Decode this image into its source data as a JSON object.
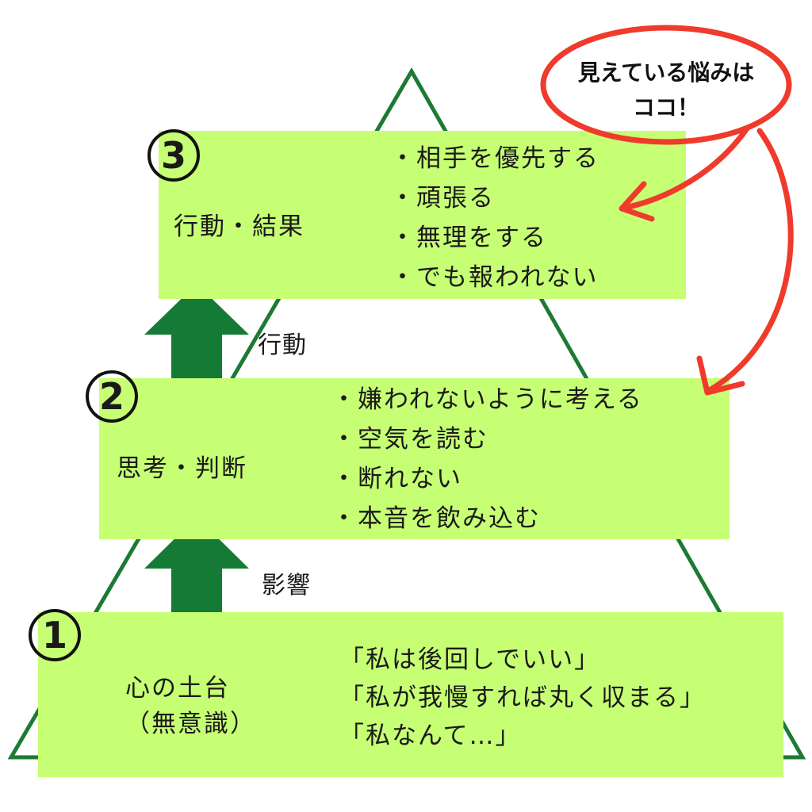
{
  "levels": [
    {
      "number": "1",
      "label_lines": [
        "心の土台",
        "（無意識）"
      ],
      "items": [
        "「私は後回しでいい」",
        "「私が我慢すれば丸く収まる」",
        "「私なんて…」"
      ]
    },
    {
      "number": "2",
      "label": "思考・判断",
      "items": [
        "・嫌われないように考える",
        "・空気を読む",
        "・断れない",
        "・本音を飲み込む"
      ]
    },
    {
      "number": "3",
      "label": "行動・結果",
      "items": [
        "・相手を優先する",
        "・頑張る",
        "・無理をする",
        "・でも報われない"
      ]
    }
  ],
  "connectors": {
    "lower": "影響",
    "upper": "行動"
  },
  "callout": {
    "lines": [
      "見えている悩みは",
      "ココ！"
    ]
  },
  "colors": {
    "box_fill": "#c6ff74",
    "triangle_stroke": "#1d7a33",
    "arrow_fill": "#157a36",
    "callout_stroke": "#ef3a2c"
  }
}
